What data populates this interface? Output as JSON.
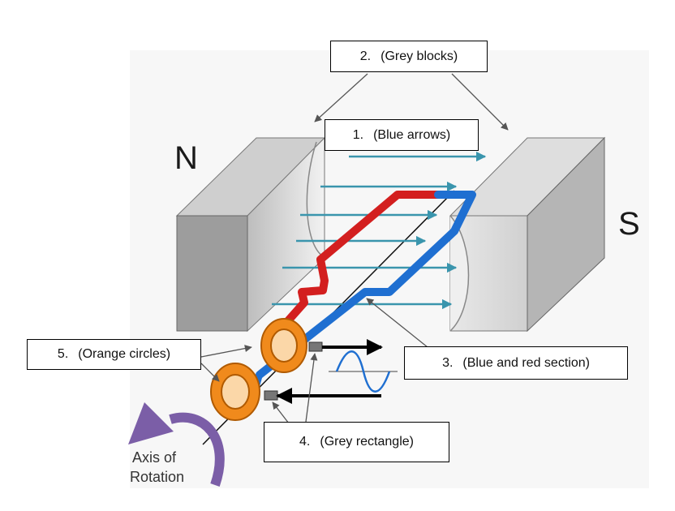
{
  "pole_labels": {
    "north": "N",
    "south": "S"
  },
  "rotation_label": {
    "line1": "Axis of",
    "line2": "Rotation"
  },
  "callouts": [
    {
      "number": "1.",
      "text": "(Blue arrows)"
    },
    {
      "number": "2.",
      "text": "(Grey blocks)"
    },
    {
      "number": "3.",
      "text": "(Blue and red section)"
    },
    {
      "number": "4.",
      "text": "(Grey rectangle)"
    },
    {
      "number": "5.",
      "text": "(Orange circles)"
    }
  ],
  "colors": {
    "field_arrow": "#3a95ad",
    "coil_red": "#d31f1f",
    "coil_blue": "#1f6fd1",
    "slip_ring": "#f08a1c",
    "magnet_front": "#9d9d9d",
    "rotation_arrow": "#7b5ea7"
  }
}
